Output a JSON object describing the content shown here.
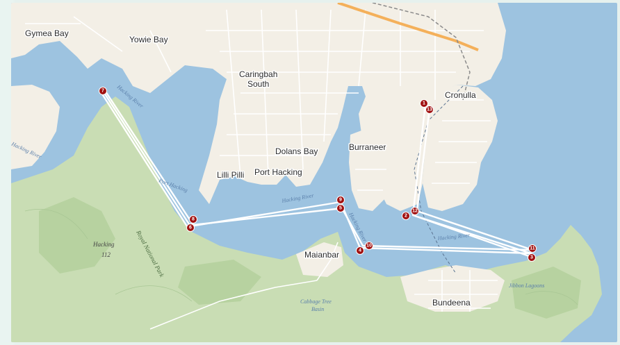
{
  "colors": {
    "water": "#9dc3e0",
    "land": "#f3efe6",
    "park": "#c9ddb4",
    "park_dark": "#a9c795",
    "road": "#ffffff",
    "main_road": "#f4b05a",
    "track": "#ffffff",
    "marker": "#a01010"
  },
  "places": [
    {
      "id": "gymea-bay",
      "label": "Gymea Bay"
    },
    {
      "id": "yowie-bay",
      "label": "Yowie Bay"
    },
    {
      "id": "caringbah-south-1",
      "label": "Caringbah"
    },
    {
      "id": "caringbah-south-2",
      "label": "South"
    },
    {
      "id": "cronulla",
      "label": "Cronulla"
    },
    {
      "id": "burraneer",
      "label": "Burraneer"
    },
    {
      "id": "dolans-bay",
      "label": "Dolans Bay"
    },
    {
      "id": "lilli-pilli",
      "label": "Lilli Pilli"
    },
    {
      "id": "port-hacking",
      "label": "Port Hacking"
    },
    {
      "id": "maianbar",
      "label": "Maianbar"
    },
    {
      "id": "bundeena",
      "label": "Bundeena"
    }
  ],
  "water_labels": [
    {
      "id": "hacking-river-nw",
      "label": "Hacking River"
    },
    {
      "id": "hacking-river-w",
      "label": "Hacking River"
    },
    {
      "id": "port-hacking-water",
      "label": "Port Hacking"
    },
    {
      "id": "hacking-river-center",
      "label": "Hacking River"
    },
    {
      "id": "hacking-river-south",
      "label": "Hacking River"
    },
    {
      "id": "hacking-river-east",
      "label": "Hacking River"
    },
    {
      "id": "cabbage-tree-1",
      "label": "Cabbage Tree"
    },
    {
      "id": "cabbage-tree-2",
      "label": "Basin"
    },
    {
      "id": "jibbon-lagoons",
      "label": "Jibbon Lagoons"
    }
  ],
  "park_labels": [
    {
      "id": "royal-national-park",
      "label": "Royal National Park"
    }
  ],
  "hills": [
    {
      "id": "hacking-name",
      "label": "Hacking"
    },
    {
      "id": "hacking-elev",
      "label": "112"
    }
  ],
  "waypoints": [
    {
      "n": "1",
      "label": "1"
    },
    {
      "n": "13",
      "label": "13"
    },
    {
      "n": "2",
      "label": "2"
    },
    {
      "n": "12",
      "label": "12"
    },
    {
      "n": "11",
      "label": "11"
    },
    {
      "n": "3",
      "label": "3"
    },
    {
      "n": "4",
      "label": "4"
    },
    {
      "n": "10",
      "label": "10"
    },
    {
      "n": "9",
      "label": "9"
    },
    {
      "n": "5",
      "label": "5"
    },
    {
      "n": "8",
      "label": "8"
    },
    {
      "n": "6",
      "label": "6"
    },
    {
      "n": "7",
      "label": "7"
    }
  ]
}
